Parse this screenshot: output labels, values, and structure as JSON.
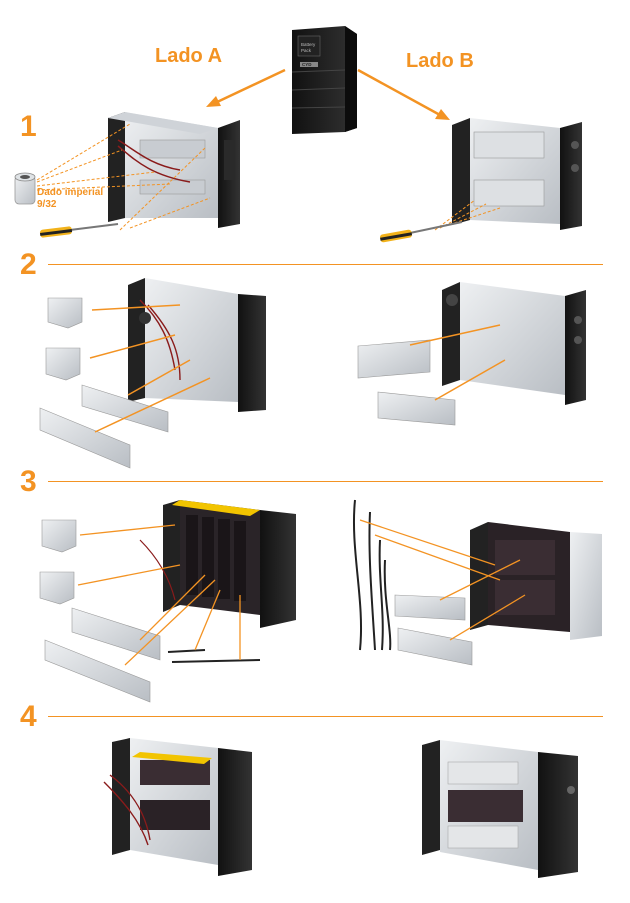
{
  "header": {
    "side_a": "Lado A",
    "side_b": "Lado B"
  },
  "device": {
    "screen_line1": "Battery",
    "screen_line2": "Pack",
    "brand": "CYD"
  },
  "steps": [
    {
      "number": "1"
    },
    {
      "number": "2"
    },
    {
      "number": "3"
    },
    {
      "number": "4"
    }
  ],
  "tool": {
    "name": "Dado imperial",
    "size": "9/32"
  },
  "colors": {
    "accent": "#f39323",
    "cabinet": "#1e1e20",
    "metal": "#d6dadf",
    "battery": "#2a2226"
  }
}
